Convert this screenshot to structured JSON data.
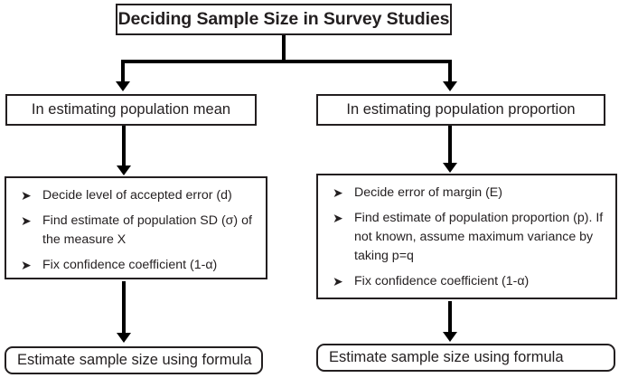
{
  "diagram": {
    "title": "Deciding Sample Size in Survey Studies",
    "branches": [
      {
        "id": "mean",
        "label": "In estimating population mean",
        "steps": [
          {
            "marker": "➤",
            "text": "Decide level of accepted error (d)"
          },
          {
            "marker": "➤",
            "text": "Find estimate of population SD (σ) of the measure X"
          },
          {
            "marker": "➤",
            "text": "Fix confidence coefficient (1-α)"
          }
        ],
        "result": "Estimate sample size using formula"
      },
      {
        "id": "proportion",
        "label": "In estimating population proportion",
        "steps": [
          {
            "marker": "➤",
            "text": "Decide error of margin (E)"
          },
          {
            "marker": "➤",
            "text": "Find estimate of population proportion (p). If not known, assume maximum variance by taking p=q"
          },
          {
            "marker": "➤",
            "text": "Fix confidence coefficient (1-α)"
          }
        ],
        "result": "Estimate sample size using formula"
      }
    ],
    "colors": {
      "border": "#231f20",
      "connector": "#000000",
      "background": "#ffffff",
      "text": "#231f20"
    }
  }
}
